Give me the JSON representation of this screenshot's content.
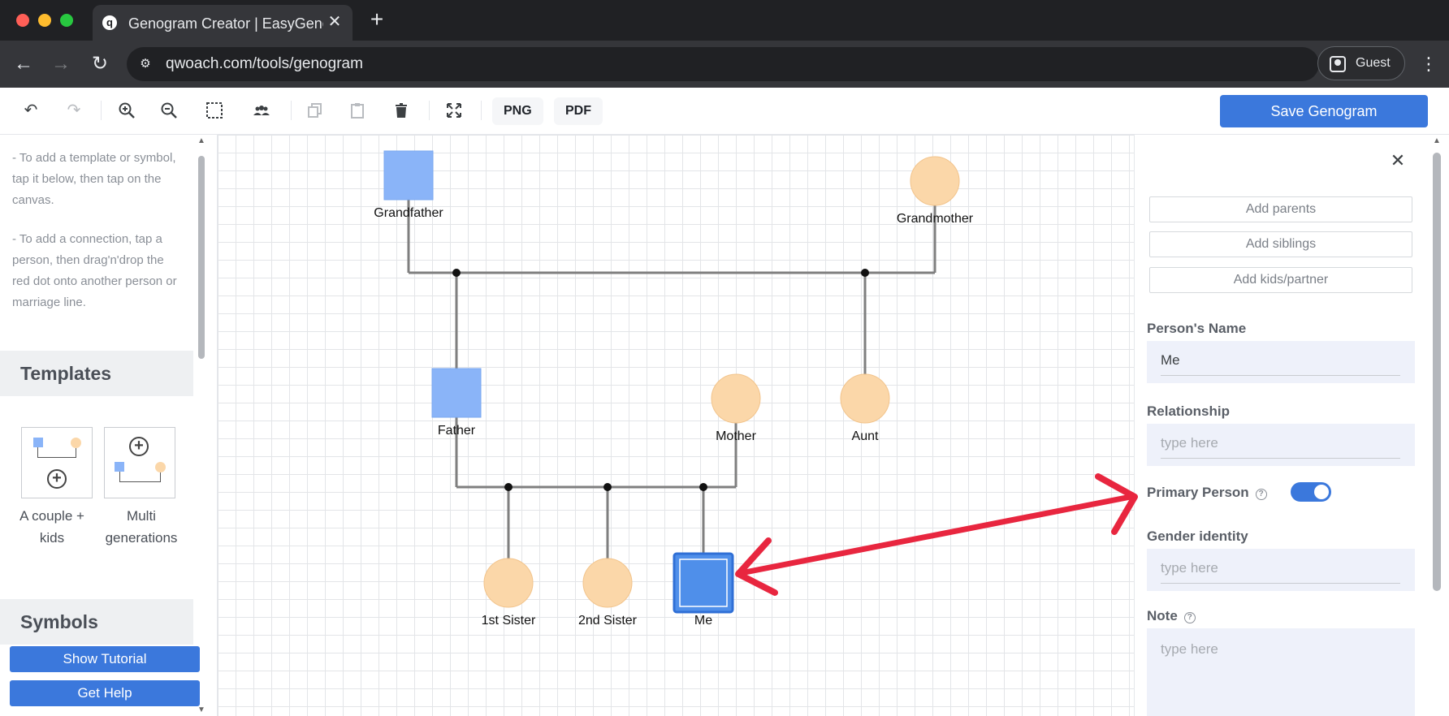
{
  "browser": {
    "tab_title": "Genogram Creator | EasyGenogram",
    "favicon_letter": "q",
    "tab_close": "✕",
    "new_tab": "+",
    "url": "qwoach.com/tools/genogram",
    "profile_label": "Guest"
  },
  "toolbar": {
    "png_label": "PNG",
    "pdf_label": "PDF",
    "save_label": "Save Genogram"
  },
  "sidebar": {
    "instruction_1": "- To add a template or symbol, tap it below, then tap on the canvas.",
    "instruction_2": "- To add a connection, tap a person, then drag'n'drop the red dot onto another person or marriage line.",
    "templates_heading": "Templates",
    "templates": [
      {
        "label": "A couple + kids"
      },
      {
        "label": "Multi generations"
      }
    ],
    "symbols_heading": "Symbols",
    "tutorial_button": "Show Tutorial",
    "help_button": "Get Help"
  },
  "genogram": {
    "people": [
      {
        "name": "Grandfather",
        "shape": "square"
      },
      {
        "name": "Grandmother",
        "shape": "circle"
      },
      {
        "name": "Father",
        "shape": "square"
      },
      {
        "name": "Mother",
        "shape": "circle"
      },
      {
        "name": "Aunt",
        "shape": "circle"
      },
      {
        "name": "1st Sister",
        "shape": "circle"
      },
      {
        "name": "2nd Sister",
        "shape": "circle"
      },
      {
        "name": "Me",
        "shape": "square",
        "selected": true
      }
    ],
    "colors": {
      "male": "#8ab4f8",
      "female": "#fbd7a9",
      "selected": "#4f8fea",
      "line": "#7f7f7f"
    }
  },
  "panel": {
    "close_icon": "✕",
    "add_parents": "Add parents",
    "add_siblings": "Add siblings",
    "add_kids": "Add kids/partner",
    "name_label": "Person's Name",
    "name_value": "Me",
    "relationship_label": "Relationship",
    "relationship_placeholder": "type here",
    "primary_label": "Primary Person",
    "primary_on": true,
    "gender_label": "Gender identity",
    "gender_placeholder": "type here",
    "note_label": "Note",
    "note_placeholder": "type here"
  },
  "colors": {
    "accent": "#3b78dc",
    "annotation": "#e8263f"
  }
}
